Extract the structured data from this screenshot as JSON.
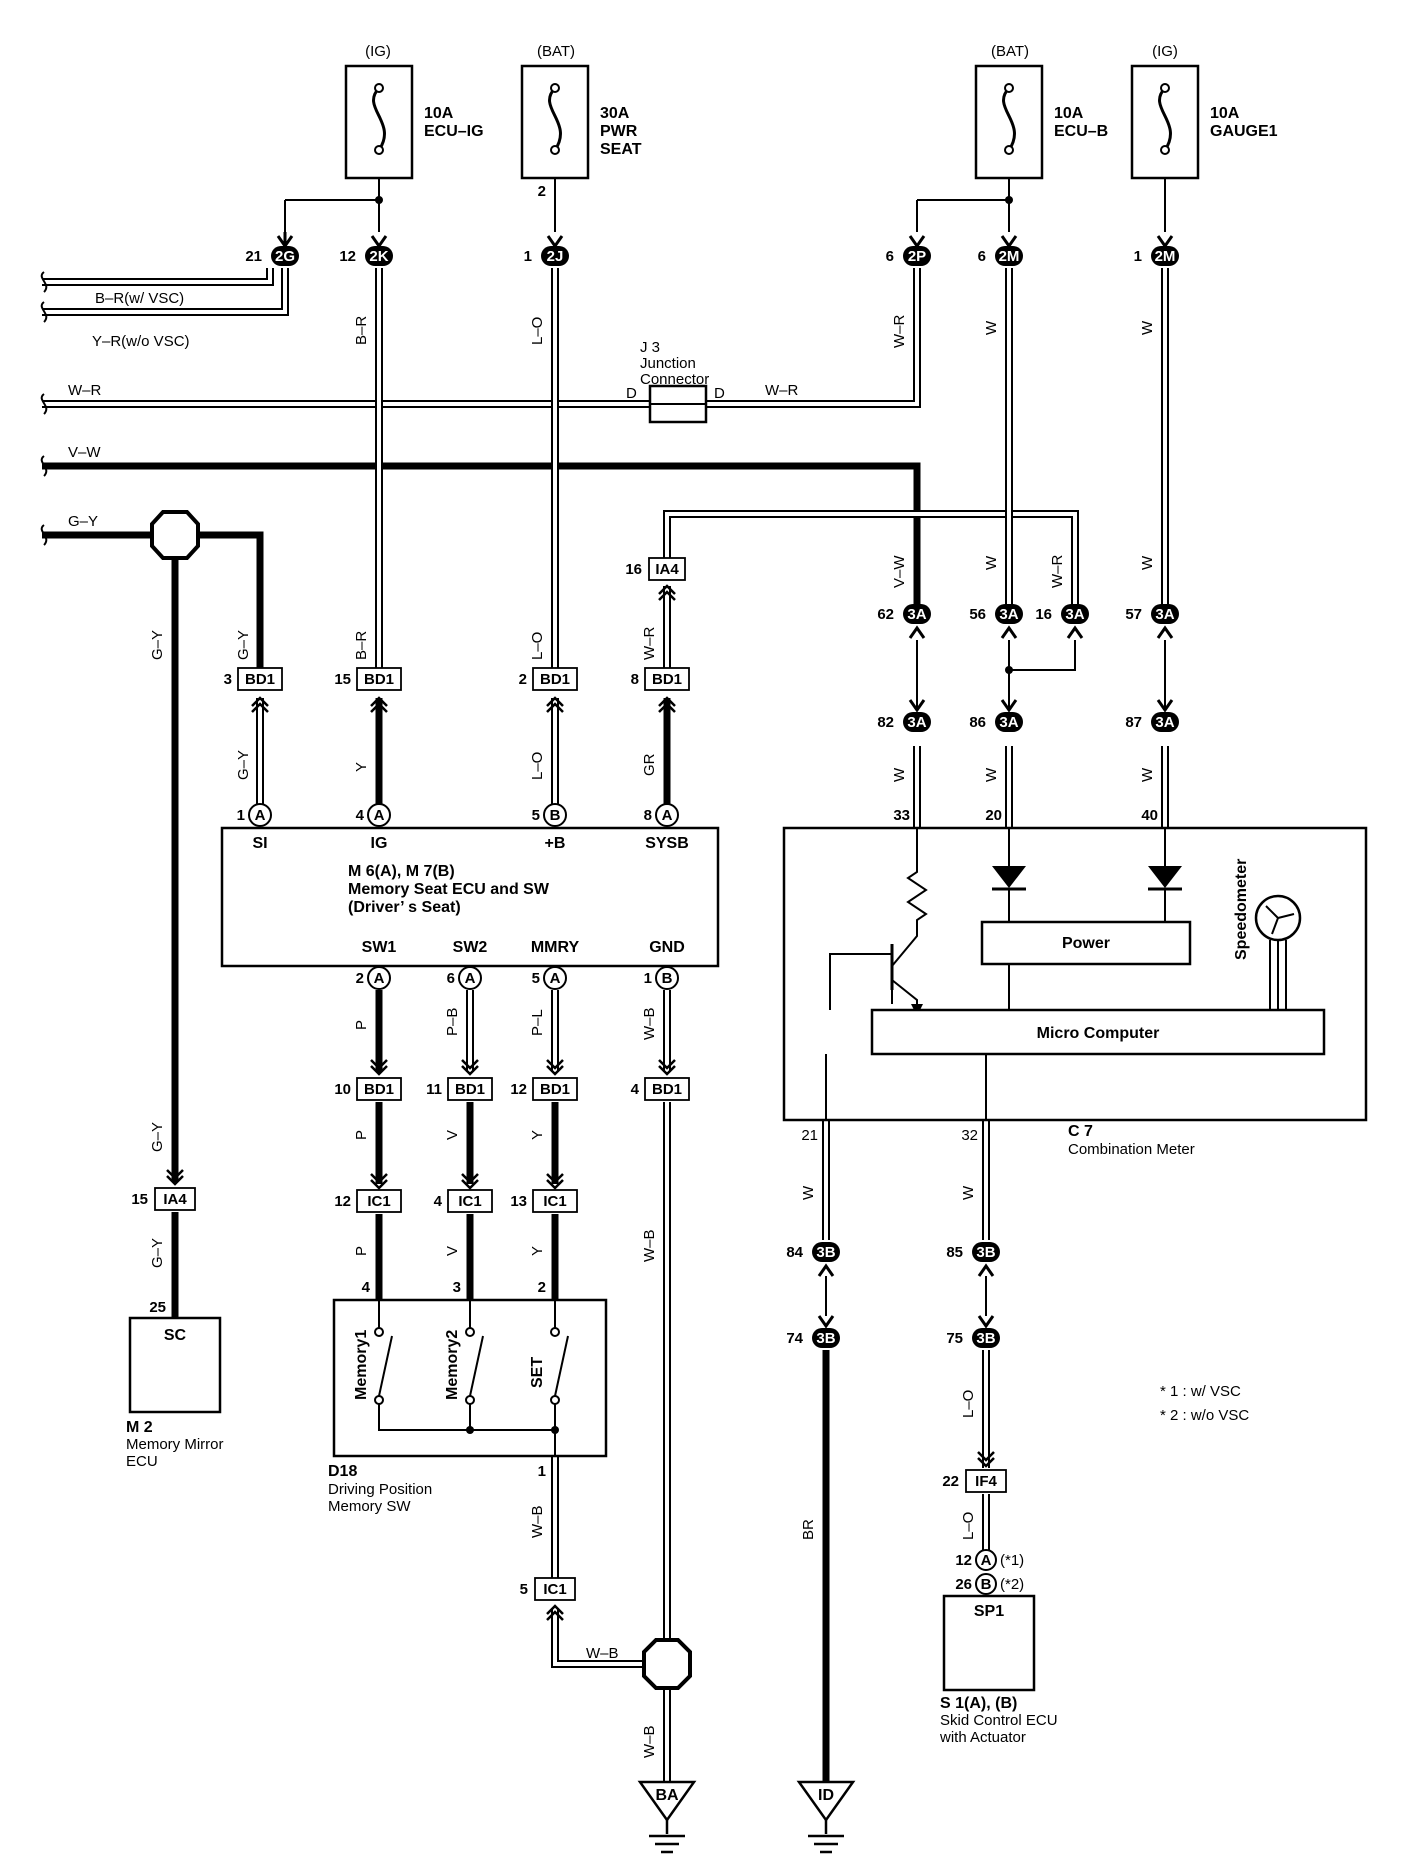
{
  "fuses": {
    "f1": {
      "supply": "(IG)",
      "rating": "10A",
      "name": "ECU–IG"
    },
    "f2": {
      "supply": "(BAT)",
      "rating": "30A",
      "name1": "PWR",
      "name2": "SEAT"
    },
    "f3": {
      "supply": "(BAT)",
      "rating": "10A",
      "name": "ECU–B"
    },
    "f4": {
      "supply": "(IG)",
      "rating": "10A",
      "name": "GAUGE1"
    }
  },
  "top_connectors": [
    {
      "pin": "21",
      "id": "2G"
    },
    {
      "pin": "12",
      "id": "2K"
    },
    {
      "pin": "2",
      "id": ""
    },
    {
      "pin": "1",
      "id": "2J"
    },
    {
      "pin": "6",
      "id": "2P"
    },
    {
      "pin": "6",
      "id": "2M"
    },
    {
      "pin": "1",
      "id": "2M"
    }
  ],
  "left_wires": {
    "br": "B–R(w/ VSC)",
    "yr": "Y–R(w/o VSC)",
    "wr": "W–R",
    "vw": "V–W",
    "gy": "G–Y"
  },
  "junction": {
    "id": "J 3",
    "name1": "Junction",
    "name2": "Connector",
    "pinL": "D",
    "pinR": "D",
    "wire": "W–R"
  },
  "wire_labels": {
    "br": "B–R",
    "lo": "L–O",
    "wr": "W–R",
    "w": "W",
    "gy": "G–Y",
    "y": "Y",
    "gr": "GR",
    "vw": "V–W",
    "p": "P",
    "pb": "P–B",
    "pl": "P–L",
    "wb": "W–B",
    "v": "V",
    "bro": "BR"
  },
  "bd1": [
    {
      "pin": "3",
      "id": "BD1"
    },
    {
      "pin": "15",
      "id": "BD1"
    },
    {
      "pin": "2",
      "id": "BD1"
    },
    {
      "pin": "8",
      "id": "BD1"
    }
  ],
  "ia4_top": {
    "pin": "16",
    "id": "IA4"
  },
  "c3a_top": [
    {
      "pin": "62",
      "id": "3A"
    },
    {
      "pin": "56",
      "id": "3A"
    },
    {
      "pin": "16",
      "id": "3A"
    },
    {
      "pin": "57",
      "id": "3A"
    }
  ],
  "c3a_bot": [
    {
      "pin": "82",
      "id": "3A"
    },
    {
      "pin": "86",
      "id": "3A"
    },
    {
      "pin": "87",
      "id": "3A"
    }
  ],
  "ecu": {
    "title1": "M 6(A), M 7(B)",
    "title2": "Memory Seat ECU and SW",
    "title3": "(Driver’ s Seat)",
    "top_pins": [
      {
        "n": "1",
        "c": "A",
        "t": "SI"
      },
      {
        "n": "4",
        "c": "A",
        "t": "IG"
      },
      {
        "n": "5",
        "c": "B",
        "t": "+B"
      },
      {
        "n": "8",
        "c": "A",
        "t": "SYSB"
      }
    ],
    "bot_pins": [
      {
        "n": "2",
        "c": "A",
        "t": "SW1"
      },
      {
        "n": "6",
        "c": "A",
        "t": "SW2"
      },
      {
        "n": "5",
        "c": "A",
        "t": "MMRY"
      },
      {
        "n": "1",
        "c": "B",
        "t": "GND"
      }
    ]
  },
  "meter": {
    "pins_top": [
      "33",
      "20",
      "40"
    ],
    "power": "Power",
    "micro": "Micro Computer",
    "speedo": "Speedometer",
    "pins_bot": [
      "21",
      "32"
    ],
    "id": "C 7",
    "name": "Combination Meter"
  },
  "bd1_low": [
    {
      "pin": "10",
      "id": "BD1"
    },
    {
      "pin": "11",
      "id": "BD1"
    },
    {
      "pin": "12",
      "id": "BD1"
    },
    {
      "pin": "4",
      "id": "BD1"
    }
  ],
  "ic1": [
    {
      "pin": "12",
      "id": "IC1"
    },
    {
      "pin": "4",
      "id": "IC1"
    },
    {
      "pin": "13",
      "id": "IC1"
    }
  ],
  "switch": {
    "pins": [
      "4",
      "3",
      "2"
    ],
    "labels": [
      "Memory1",
      "Memory2",
      "SET"
    ],
    "pin_bot": "1",
    "id": "D18",
    "name1": "Driving Position",
    "name2": "Memory SW"
  },
  "ia4_low": {
    "pin": "15",
    "id": "IA4"
  },
  "mirror": {
    "pin": "25",
    "term": "SC",
    "id": "M 2",
    "name1": "Memory Mirror",
    "name2": "ECU"
  },
  "ic1_low": {
    "pin": "5",
    "id": "IC1"
  },
  "c3b": [
    {
      "pin": "84",
      "id": "3B"
    },
    {
      "pin": "85",
      "id": "3B"
    },
    {
      "pin": "74",
      "id": "3B"
    },
    {
      "pin": "75",
      "id": "3B"
    }
  ],
  "if4": {
    "pin": "22",
    "id": "IF4"
  },
  "skid": {
    "p1": "12",
    "c1": "A",
    "n1": "(*1)",
    "p2": "26",
    "c2": "B",
    "n2": "(*2)",
    "term": "SP1",
    "id": "S 1(A), (B)",
    "name1": "Skid Control ECU",
    "name2": "with Actuator"
  },
  "notes": [
    "* 1 : w/ VSC",
    "* 2 : w/o VSC"
  ],
  "grounds": {
    "g1": "BA",
    "g2": "ID"
  }
}
